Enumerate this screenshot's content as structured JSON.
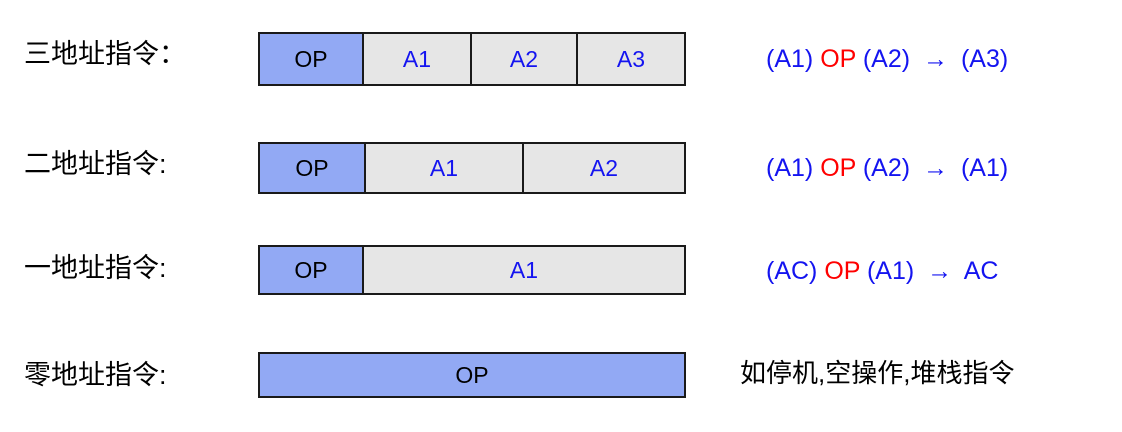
{
  "colors": {
    "opcode_fill": "#92a9f4",
    "address_fill": "#e6e6e6",
    "border": "#1a1a1a",
    "blue_text": "#1414f0",
    "red_text": "#ff0000",
    "black_text": "#000000",
    "background": "#ffffff"
  },
  "rows": [
    {
      "label": "三地址指令：",
      "fields": [
        {
          "text": "OP",
          "kind": "opcode"
        },
        {
          "text": "A1",
          "kind": "address"
        },
        {
          "text": "A2",
          "kind": "address"
        },
        {
          "text": "A3",
          "kind": "address"
        }
      ],
      "formula": {
        "part1": "(A1)",
        "op": "OP",
        "part2": "(A2)",
        "arrow": "→",
        "part3": "(A3)"
      }
    },
    {
      "label": "二地址指令:",
      "fields": [
        {
          "text": "OP",
          "kind": "opcode"
        },
        {
          "text": "A1",
          "kind": "address"
        },
        {
          "text": "A2",
          "kind": "address"
        }
      ],
      "formula": {
        "part1": "(A1)",
        "op": "OP",
        "part2": "(A2)",
        "arrow": "→",
        "part3": "(A1)"
      }
    },
    {
      "label": "一地址指令:",
      "fields": [
        {
          "text": "OP",
          "kind": "opcode"
        },
        {
          "text": "A1",
          "kind": "address"
        }
      ],
      "formula": {
        "part1": "(AC)",
        "op": "OP",
        "part2": "(A1)",
        "arrow": "→",
        "part3": "AC"
      }
    },
    {
      "label": "零地址指令:",
      "fields": [
        {
          "text": "OP",
          "kind": "opcode"
        }
      ],
      "note": "如停机,空操作,堆栈指令"
    }
  ]
}
